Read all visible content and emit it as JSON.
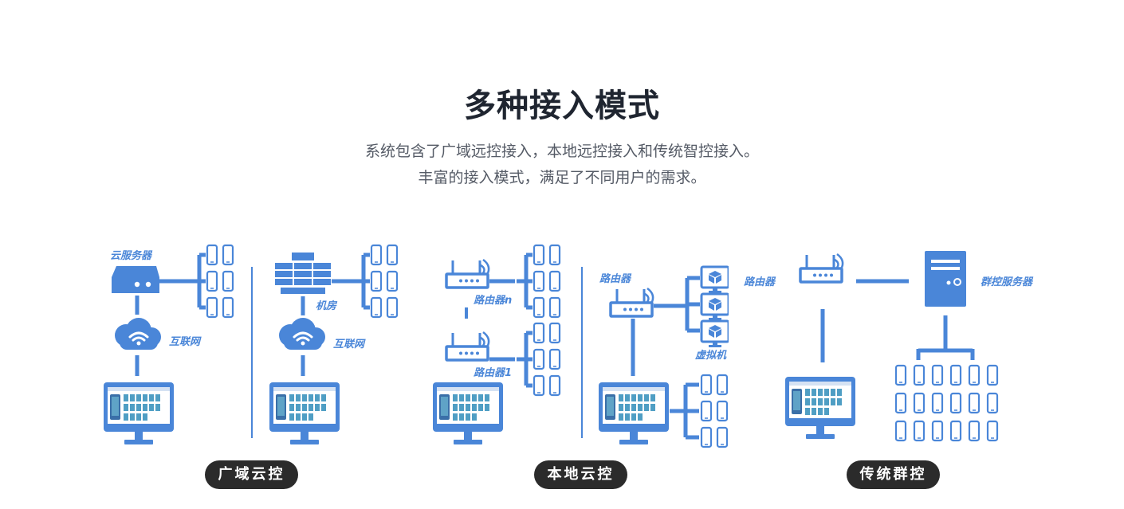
{
  "header": {
    "title": "多种接入模式",
    "subtitle_line1": "系统包含了广域远控接入，本地远控接入和传统智控接入。",
    "subtitle_line2": "丰富的接入模式，满足了不同用户的需求。"
  },
  "modes": [
    {
      "caption": "广域云控",
      "labels": {
        "cloud_server": "云服务器",
        "internet_1": "互联网",
        "machine_room": "机房",
        "internet_2": "互联网"
      }
    },
    {
      "caption": "本地云控",
      "labels": {
        "router_n": "路由器n",
        "router_1": "路由器1",
        "router": "路由器",
        "vm": "虚拟机"
      }
    },
    {
      "caption": "传统群控",
      "labels": {
        "router": "路由器",
        "group_server": "群控服务器"
      }
    }
  ],
  "colors": {
    "accent": "#4a86d8",
    "title": "#1f2530",
    "pill": "#2b2b2b"
  }
}
